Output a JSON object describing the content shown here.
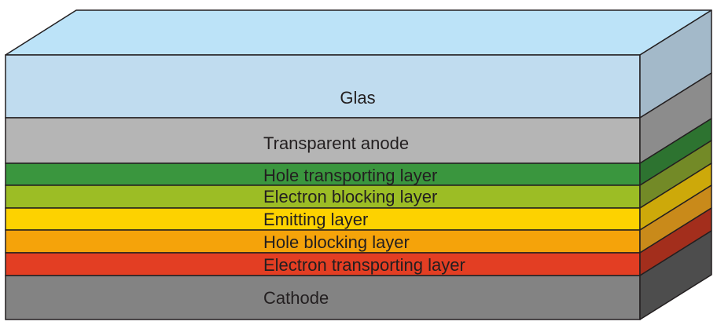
{
  "layers": [
    {
      "label": "Glas",
      "front_color": "#c0dcef",
      "side_color": "#a3b9c9",
      "top_color": "#bce3f8"
    },
    {
      "label": "Transparent anode",
      "front_color": "#b5b5b5",
      "side_color": "#8c8c8c"
    },
    {
      "label": "Hole transporting layer",
      "front_color": "#3a963e",
      "side_color": "#2d7330"
    },
    {
      "label": "Electron blocking layer",
      "front_color": "#9cbd25",
      "side_color": "#738a27"
    },
    {
      "label": "Emitting layer",
      "front_color": "#fdd200",
      "side_color": "#cda90a"
    },
    {
      "label": "Hole blocking layer",
      "front_color": "#f5a30a",
      "side_color": "#c98a1a"
    },
    {
      "label": "Electron transporting layer",
      "front_color": "#e33e23",
      "side_color": "#a32e1c"
    },
    {
      "label": "Cathode",
      "front_color": "#838383",
      "side_color": "#4d4d4d"
    }
  ]
}
